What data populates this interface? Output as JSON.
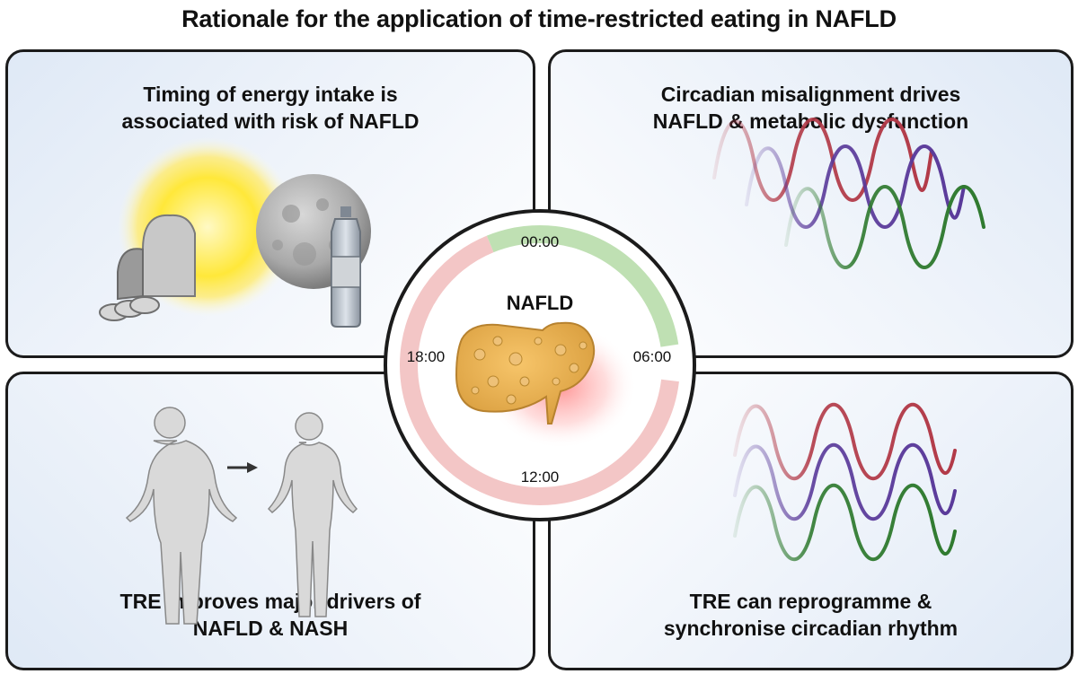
{
  "title": "Rationale for the application of time-restricted eating in NAFLD",
  "panels": {
    "top_left": {
      "line1": "Timing of energy intake is",
      "line2": "associated with risk of NAFLD"
    },
    "top_right": {
      "line1": "Circadian misalignment drives",
      "line2": "NAFLD & metabolic dysfunction"
    },
    "bottom_left": {
      "line1": "TRE improves major drivers of",
      "line2": "NAFLD & NASH"
    },
    "bottom_right": {
      "line1": "TRE can reprogramme &",
      "line2": "synchronise circadian rhythm"
    }
  },
  "clock": {
    "center_label": "NAFLD",
    "times": {
      "top": "00:00",
      "right": "06:00",
      "bottom": "12:00",
      "left": "18:00"
    },
    "fasting_color": "#f3c6c6",
    "eating_color": "#bfe0b3"
  },
  "wave_colors": [
    "#b23a48",
    "#5a3a9a",
    "#2f7a2f"
  ],
  "icons": [
    "sun-icon",
    "moon-icon",
    "bread-icon",
    "bottle-icon",
    "obese-body-icon",
    "slim-body-icon",
    "arrow-right-icon",
    "liver-icon"
  ]
}
